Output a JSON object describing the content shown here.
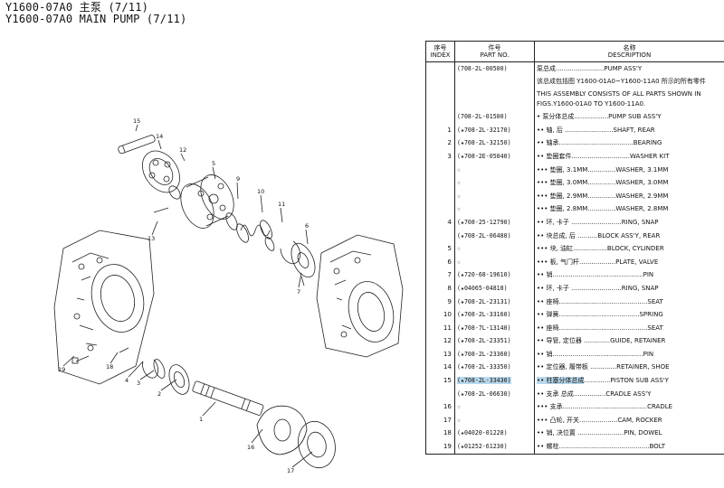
{
  "title": {
    "line1": "Y1600-07A0 主泵 (7/11)",
    "line2": "Y1600-07A0 MAIN PUMP (7/11)"
  },
  "callouts": [
    "15",
    "14",
    "12",
    "5",
    "9",
    "10",
    "11",
    "13",
    "7",
    "6",
    "19",
    "18",
    "4",
    "3",
    "2",
    "1",
    "16",
    "17"
  ],
  "table": {
    "headers": {
      "index_cn": "序号",
      "index_en": "INDEX",
      "part_cn": "件号",
      "part_en": "PART NO.",
      "desc_cn": "名称",
      "desc_en": "DESCRIPTION"
    },
    "rows": [
      {
        "index": "",
        "part_no": "(708-2L-00500)",
        "desc": "泵总成........................PUMP ASS'Y"
      },
      {
        "index": "",
        "part_no": "",
        "desc": "该总成包括图 Y1600-01A0~Y1600-11A0 所示的所有零件",
        "wrap": true
      },
      {
        "index": "",
        "part_no": "",
        "desc": "THIS ASSEMBLY CONSISTS OF ALL PARTS SHOWN IN FIGS.Y1600-01A0 TO Y1600-11A0.",
        "wrap": true
      },
      {
        "index": "",
        "part_no": "(708-2L-01500)",
        "desc": "• 泵分体总成.................PUMP SUB ASS'Y"
      },
      {
        "index": "1",
        "part_no": "(★708-2L-32170)",
        "desc": "•• 轴, 后 ........................SHAFT, REAR"
      },
      {
        "index": "2",
        "part_no": "(★708-2L-32150)",
        "desc": "•• 轴承.....................................BEARING"
      },
      {
        "index": "3",
        "part_no": "(★708-2E-05040)",
        "desc": "•• 垫圈套件.............................WASHER KIT"
      },
      {
        "index": "",
        "part_no": "☆",
        "desc": "••• 垫圈, 3.1MM..............WASHER, 3.1MM"
      },
      {
        "index": "",
        "part_no": "☆",
        "desc": "••• 垫圈, 3.0MM..............WASHER, 3.0MM"
      },
      {
        "index": "",
        "part_no": "☆",
        "desc": "••• 垫圈, 2.9MM..............WASHER, 2.9MM"
      },
      {
        "index": "",
        "part_no": "☆",
        "desc": "••• 垫圈, 2.8MM..............WASHER, 2.8MM"
      },
      {
        "index": "4",
        "part_no": "(★708-25-12790)",
        "desc": "•• 环, 卡子 .........................RING, SNAP"
      },
      {
        "index": "",
        "part_no": "(★708-2L-06480)",
        "desc": "•• 块总成, 后 ..........BLOCK ASS'Y, REAR"
      },
      {
        "index": "5",
        "part_no": "☆",
        "desc": "••• 块, 油缸.................BLOCK, CYLINDER"
      },
      {
        "index": "6",
        "part_no": "☆",
        "desc": "••• 板, 气门杆..................PLATE, VALVE"
      },
      {
        "index": "7",
        "part_no": "(★720-68-19610)",
        "desc": "•• 销.............................................PIN"
      },
      {
        "index": "8",
        "part_no": "(★04065-04818)",
        "desc": "•• 环, 卡子 .........................RING, SNAP"
      },
      {
        "index": "9",
        "part_no": "(★708-2L-23131)",
        "desc": "•• 座椅............................................SEAT"
      },
      {
        "index": "10",
        "part_no": "(★708-2L-33160)",
        "desc": "•• 弹簧........................................SPRING"
      },
      {
        "index": "11",
        "part_no": "(★708-7L-13140)",
        "desc": "•• 座椅............................................SEAT"
      },
      {
        "index": "12",
        "part_no": "(★708-2L-23351)",
        "desc": "•• 导管, 定位器 .............GUIDE, RETAINER"
      },
      {
        "index": "13",
        "part_no": "(★708-2L-23360)",
        "desc": "•• 销.............................................PIN"
      },
      {
        "index": "14",
        "part_no": "(★708-2L-33350)",
        "desc": "•• 定位器, 履带板 .............RETAINER, SHOE"
      },
      {
        "index": "15",
        "part_no": "(★708-2L-33430)",
        "desc_cn": "•• 柱塞分体总成",
        "desc_en": ".............PISTON SUB ASS'Y",
        "highlight": true
      },
      {
        "index": "",
        "part_no": "(★708-2L-06630)",
        "desc": "•• 支承 总成................CRADLE ASS'Y"
      },
      {
        "index": "16",
        "part_no": "☆",
        "desc": "••• 支承..........................................CRADLE"
      },
      {
        "index": "17",
        "part_no": "☆",
        "desc": "••• 凸轮, 开关...................CAM, ROCKER"
      },
      {
        "index": "18",
        "part_no": "(★04020-01228)",
        "desc": "•• 销, 决位置 .......................PIN, DOWEL"
      },
      {
        "index": "19",
        "part_no": "(★01252-61230)",
        "desc": "•• 螺栓.............................................BOLT"
      }
    ]
  },
  "colors": {
    "highlight": "#b9d8ec",
    "ink": "#111111"
  }
}
